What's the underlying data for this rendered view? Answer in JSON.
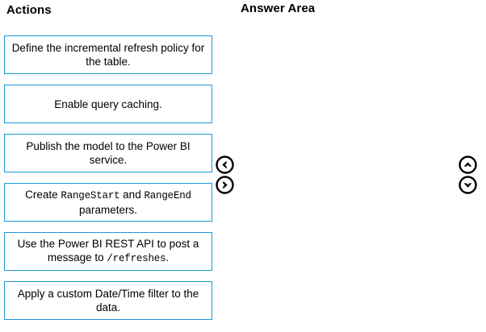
{
  "headings": {
    "actions": "Actions",
    "answer_area": "Answer Area"
  },
  "theme": {
    "card_border_color": "#1a9ad7",
    "background_color": "#ffffff",
    "text_color": "#000000"
  },
  "actions": {
    "items": [
      {
        "id": "define-incremental-refresh-policy",
        "segments": [
          {
            "text": "Define the incremental refresh policy for the table.",
            "mono": false
          }
        ],
        "plain": "Define the incremental refresh policy for the table."
      },
      {
        "id": "enable-query-caching",
        "segments": [
          {
            "text": "Enable query caching.",
            "mono": false
          }
        ],
        "plain": "Enable query caching."
      },
      {
        "id": "publish-model-to-power-bi-service",
        "segments": [
          {
            "text": "Publish the model to the Power BI service.",
            "mono": false
          }
        ],
        "plain": "Publish the model to the Power BI service."
      },
      {
        "id": "create-rangestart-rangeend-parameters",
        "segments": [
          {
            "text": "Create ",
            "mono": false
          },
          {
            "text": "RangeStart",
            "mono": true
          },
          {
            "text": " and ",
            "mono": false
          },
          {
            "text": "RangeEnd",
            "mono": true
          },
          {
            "text": " parameters.",
            "mono": false
          }
        ],
        "plain": "Create RangeStart and RangeEnd parameters."
      },
      {
        "id": "use-power-bi-rest-api-post-refreshes",
        "segments": [
          {
            "text": "Use the Power BI REST API to post a message to ",
            "mono": false
          },
          {
            "text": "/refreshes",
            "mono": true
          },
          {
            "text": ".",
            "mono": false
          }
        ],
        "plain": "Use the Power BI REST API to post a message to /refreshes."
      },
      {
        "id": "apply-custom-datetime-filter",
        "segments": [
          {
            "text": "Apply a custom Date/Time filter to the data.",
            "mono": false
          }
        ],
        "plain": "Apply a custom Date/Time filter to the data."
      }
    ]
  },
  "answer_area": {
    "items": []
  },
  "controls": [
    {
      "id": "move-left-button",
      "icon": "chevron-left-circle-icon",
      "label": "Move left"
    },
    {
      "id": "move-right-button",
      "icon": "chevron-right-circle-icon",
      "label": "Move right"
    },
    {
      "id": "move-up-button",
      "icon": "chevron-up-circle-icon",
      "label": "Move up"
    },
    {
      "id": "move-down-button",
      "icon": "chevron-down-circle-icon",
      "label": "Move down"
    }
  ]
}
